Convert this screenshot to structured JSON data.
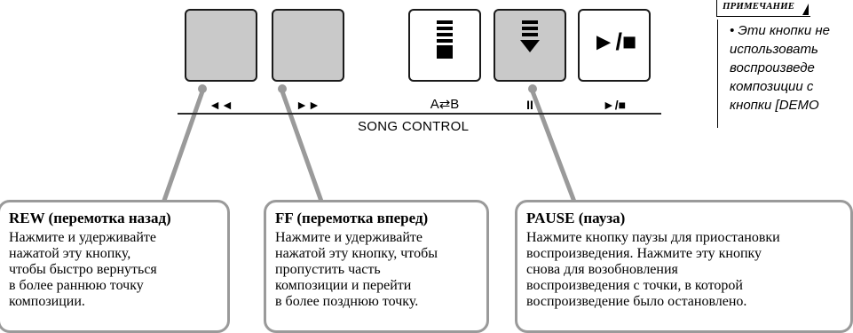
{
  "controls": {
    "keys": [
      {
        "id": "rew",
        "label": "◄◄"
      },
      {
        "id": "ff",
        "label": "►►"
      },
      {
        "id": "ab",
        "label": "A⇄B"
      },
      {
        "id": "pause",
        "label": "II"
      },
      {
        "id": "play",
        "label": "►/■"
      }
    ],
    "play_face": "►/■",
    "section_label": "SONG CONTROL"
  },
  "note": {
    "title": "ПРИМЕЧАНИЕ",
    "text": "• Эти кнопки не\nиспользовать\nвоспроизведе\nкомпозиции с\nкнопки [DEMO"
  },
  "callouts": [
    {
      "title": "REW (перемотка назад)",
      "text": "Нажмите и удерживайте\nнажатой эту кнопку,\nчтобы быстро вернуться\nв более раннюю точку\nкомпозиции."
    },
    {
      "title": "FF (перемотка вперед)",
      "text": "Нажмите и удерживайте\nнажатой эту кнопку, чтобы\nпропустить часть\nкомпозиции и перейти\nв более позднюю точку."
    },
    {
      "title": "PAUSE (пауза)",
      "text": "Нажмите кнопку паузы для приостановки\nвоспроизведения. Нажмите эту кнопку\nснова для возобновления\nвоспроизведения с точки, в которой\nвоспроизведение было остановлено."
    }
  ],
  "colors": {
    "key_grey": "#c9c9c9",
    "callout_border": "#9a9a9a"
  }
}
